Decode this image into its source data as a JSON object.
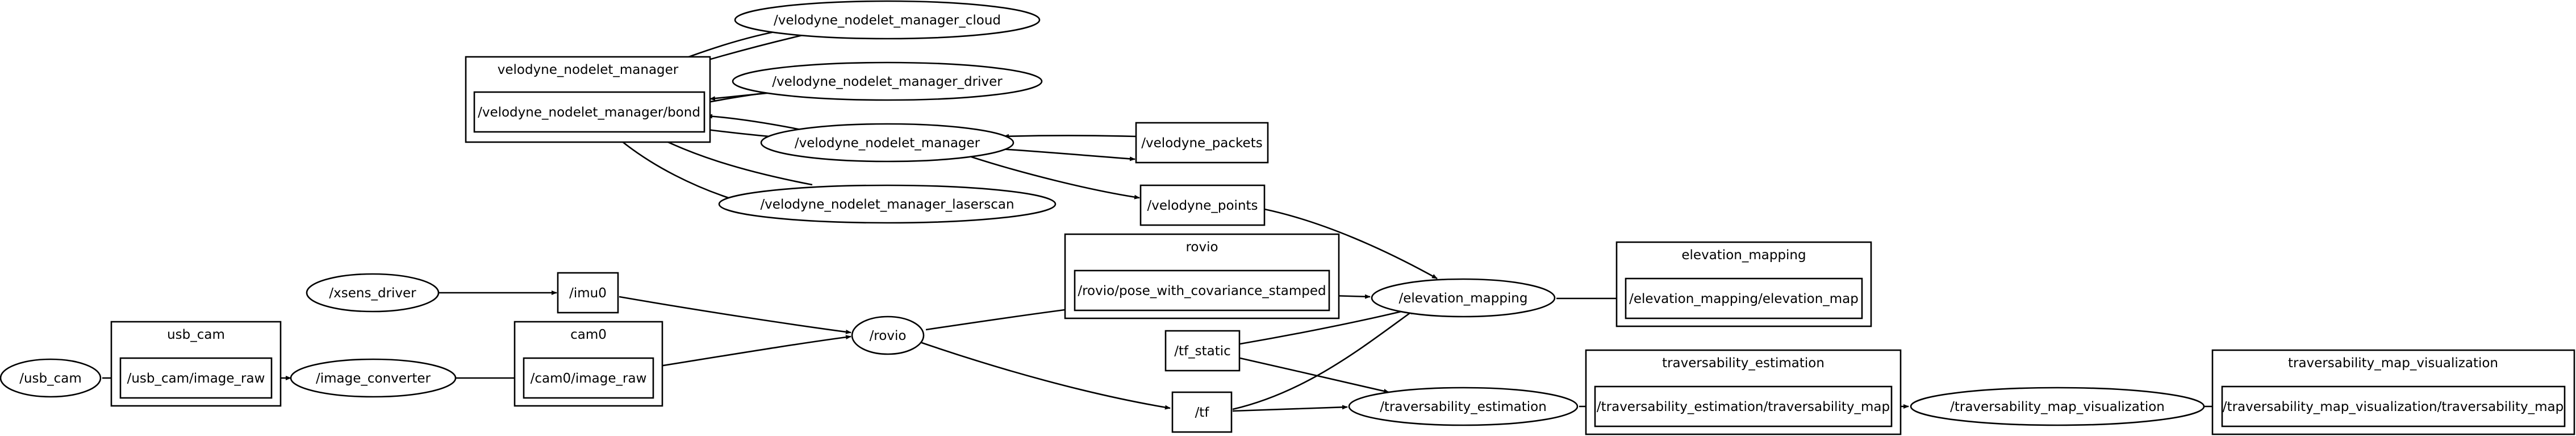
{
  "graph": {
    "clusters": {
      "velodyne_nodelet_manager": "velodyne_nodelet_manager",
      "rovio": "rovio",
      "usb_cam": "usb_cam",
      "cam0": "cam0",
      "elevation_mapping": "elevation_mapping",
      "traversability_estimation": "traversability_estimation",
      "traversability_map_visualization": "traversability_map_visualization"
    },
    "nodes": {
      "velodyne_nodelet_manager_cloud": "/velodyne_nodelet_manager_cloud",
      "velodyne_nodelet_manager_driver": "/velodyne_nodelet_manager_driver",
      "velodyne_nodelet_manager": "/velodyne_nodelet_manager",
      "velodyne_nodelet_manager_laserscan": "/velodyne_nodelet_manager_laserscan",
      "xsens_driver": "/xsens_driver",
      "usb_cam": "/usb_cam",
      "image_converter": "/image_converter",
      "rovio": "/rovio",
      "elevation_mapping": "/elevation_mapping",
      "traversability_estimation": "/traversability_estimation",
      "traversability_map_visualization": "/traversability_map_visualization"
    },
    "topics": {
      "velodyne_bond": "/velodyne_nodelet_manager/bond",
      "velodyne_packets": "/velodyne_packets",
      "velodyne_points": "/velodyne_points",
      "imu0": "/imu0",
      "usb_cam_image_raw": "/usb_cam/image_raw",
      "cam0_image_raw": "/cam0/image_raw",
      "rovio_pose": "/rovio/pose_with_covariance_stamped",
      "tf_static": "/tf_static",
      "tf": "/tf",
      "elevation_map": "/elevation_mapping/elevation_map",
      "traversability_map": "/traversability_estimation/traversability_map",
      "traversability_map_viz": "/traversability_map_visualization/traversability_map"
    }
  }
}
